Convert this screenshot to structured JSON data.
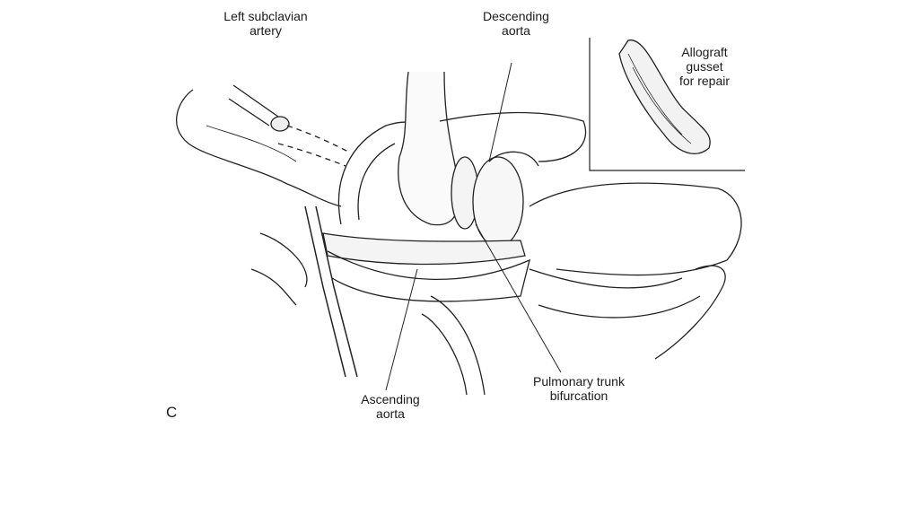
{
  "figure": {
    "panel_letter": "C",
    "labels": {
      "left_subclavian": [
        "Left subclavian",
        "artery"
      ],
      "descending_aorta": [
        "Descending",
        "aorta"
      ],
      "allograft": [
        "Allograft",
        "gusset",
        "for repair"
      ],
      "ascending_aorta": [
        "Ascending",
        "aorta"
      ],
      "pulmonary_trunk": [
        "Pulmonary trunk",
        "bifurcation"
      ]
    }
  }
}
